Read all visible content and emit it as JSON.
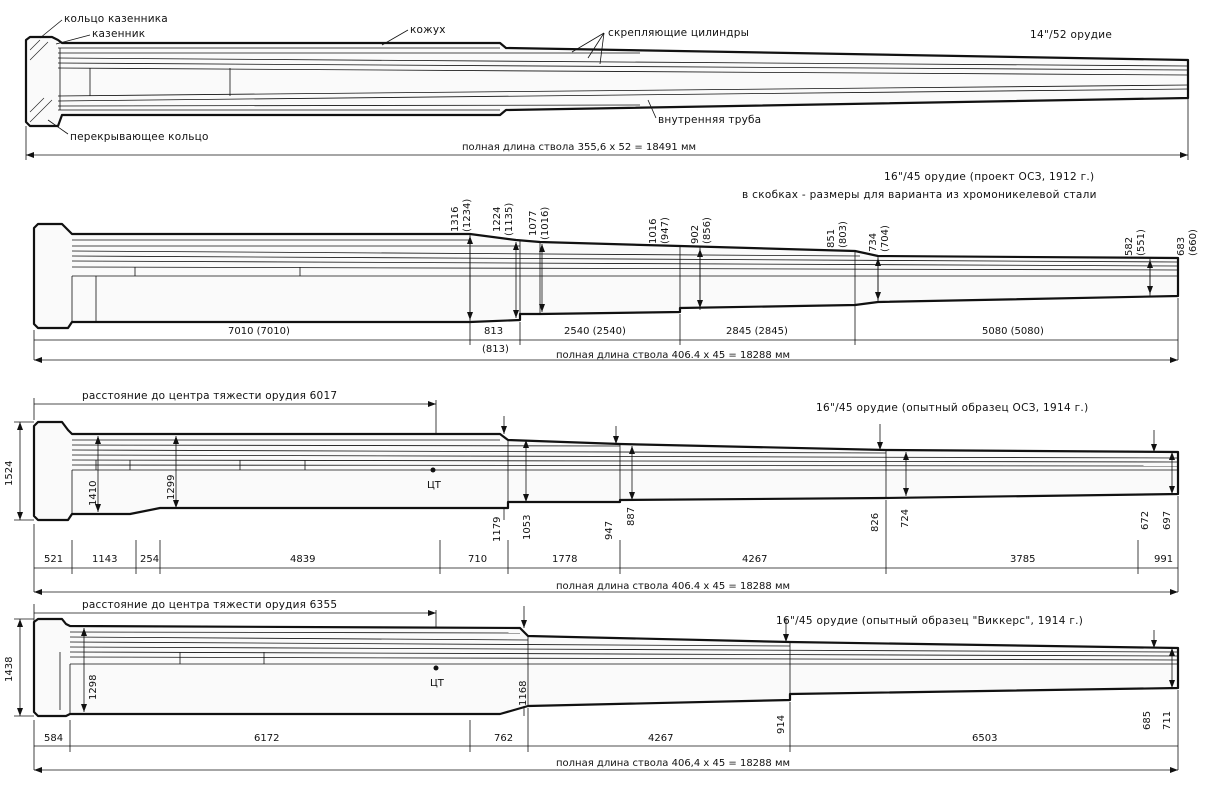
{
  "gun1": {
    "title": "14\"/52 орудие",
    "labels": {
      "breech_ring": "кольцо казенника",
      "breech": "казенник",
      "jacket": "кожух",
      "hoops": "скрепляющие цилиндры",
      "inner_tube": "внутренняя труба",
      "overlap_ring": "перекрывающее кольцо"
    },
    "total": "полная длина ствола 355,6 х 52 = 18491 мм"
  },
  "gun2": {
    "title": "16\"/45 орудие (проект ОСЗ, 1912 г.)",
    "subtitle": "в скобках - размеры для варианта из хромоникелевой стали",
    "diameters": [
      "1316\n(1234)",
      "1224\n(1135)",
      "1077\n(1016)",
      "1016\n(947)",
      "902\n(856)",
      "851\n(803)",
      "734\n(704)",
      "582\n(551)",
      "683\n(660)"
    ],
    "lengths": [
      "7010 (7010)",
      "813",
      "(813)",
      "2540 (2540)",
      "2845 (2845)",
      "5080 (5080)"
    ],
    "total": "полная длина ствола 406.4 х 45 = 18288 мм"
  },
  "gun3": {
    "title": "16\"/45 орудие (опытный образец ОСЗ, 1914 г.)",
    "cg_text": "расстояние до центра тяжести орудия 6017",
    "cg_mark": "ЦТ",
    "height": "1524",
    "diameters": [
      "1410",
      "1299",
      "1179",
      "1053",
      "947",
      "887",
      "826",
      "724",
      "672",
      "697"
    ],
    "lengths": [
      "521",
      "1143",
      "254",
      "4839",
      "710",
      "1778",
      "4267",
      "3785",
      "991"
    ],
    "total": "полная длина ствола 406.4 х 45 = 18288 мм"
  },
  "gun4": {
    "title": "16\"/45 орудие (опытный образец \"Виккерс\", 1914 г.)",
    "cg_text": "расстояние до центра тяжести орудия 6355",
    "cg_mark": "ЦТ",
    "height": "1438",
    "diameters": [
      "1298",
      "1168",
      "914",
      "685",
      "711"
    ],
    "lengths": [
      "584",
      "6172",
      "762",
      "4267",
      "6503"
    ],
    "total": "полная длина ствола 406,4 х 45 = 18288 мм"
  }
}
